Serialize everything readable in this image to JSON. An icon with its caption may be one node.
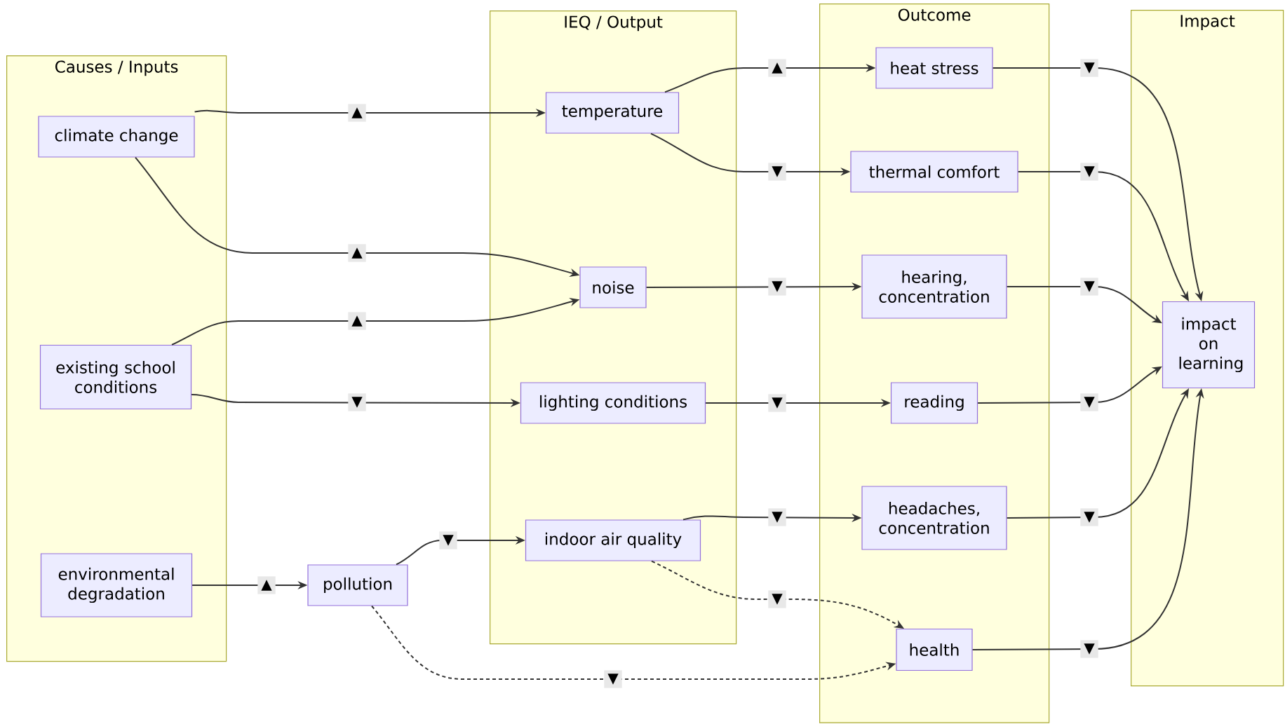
{
  "diagram": {
    "nodes": [
      {
        "text": [
          "Causes / Inputs"
        ]
      },
      {
        "text": [
          "IEQ / Output"
        ]
      },
      {
        "text": [
          "Outcome"
        ]
      },
      {
        "text": [
          "Impact"
        ]
      },
      {
        "text": [
          "climate change"
        ],
        "in": 0
      },
      {
        "text": [
          "existing school conditions"
        ],
        "in": 0
      },
      {
        "text": [
          "environmental degradation"
        ],
        "in": 0
      },
      {
        "text": [
          "pollution"
        ]
      },
      {
        "text": [
          "temperature"
        ],
        "in": 1
      },
      {
        "text": [
          "noise"
        ],
        "in": 1
      },
      {
        "text": [
          "lighting conditions"
        ],
        "in": 1
      },
      {
        "text": [
          "indoor air quality"
        ],
        "in": 1
      },
      {
        "text": [
          "heat stress"
        ],
        "in": 2
      },
      {
        "text": [
          "thermal comfort"
        ],
        "in": 2
      },
      {
        "text": [
          "hearing, concentration"
        ],
        "in": 2
      },
      {
        "text": [
          "reading"
        ],
        "in": 2
      },
      {
        "text": [
          "headaches, concentration"
        ],
        "in": 2
      },
      {
        "text": [
          "health"
        ],
        "in": 2
      },
      {
        "text": [
          "impact on learning"
        ],
        "in": 3
      }
    ],
    "edges": [
      {
        "from": 4,
        "to": 8,
        "arrow": "to",
        "label": "▲"
      },
      {
        "from": 4,
        "to": 9,
        "arrow": "to",
        "label": "▲"
      },
      {
        "from": 5,
        "to": 9,
        "arrow": "to",
        "label": "▲"
      },
      {
        "from": 5,
        "to": 10,
        "arrow": "to",
        "label": "▼"
      },
      {
        "from": 6,
        "to": 7,
        "arrow": "to",
        "label": "▲"
      },
      {
        "from": 7,
        "to": 11,
        "arrow": "to",
        "label": "▼"
      },
      {
        "from": 7,
        "to": 17,
        "arrow": "to",
        "label": "▼",
        "style": "dashed"
      },
      {
        "from": 8,
        "to": 12,
        "arrow": "to",
        "label": "▲"
      },
      {
        "from": 8,
        "to": 13,
        "arrow": "to",
        "label": "▼"
      },
      {
        "from": 9,
        "to": 14,
        "arrow": "to",
        "label": "▼"
      },
      {
        "from": 10,
        "to": 15,
        "arrow": "to",
        "label": "▼"
      },
      {
        "from": 11,
        "to": 16,
        "arrow": "to",
        "label": "▼"
      },
      {
        "from": 11,
        "to": 17,
        "arrow": "to",
        "label": "▼",
        "style": "dashed"
      },
      {
        "from": 12,
        "to": 18,
        "arrow": "to",
        "label": "▼"
      },
      {
        "from": 13,
        "to": 18,
        "arrow": "to",
        "label": "▼"
      },
      {
        "from": 14,
        "to": 18,
        "arrow": "to",
        "label": "▼"
      },
      {
        "from": 15,
        "to": 18,
        "arrow": "to",
        "label": "▼"
      },
      {
        "from": 16,
        "to": 18,
        "arrow": "to",
        "label": "▼"
      },
      {
        "from": 17,
        "to": 18,
        "arrow": "to",
        "label": "▼"
      }
    ]
  }
}
